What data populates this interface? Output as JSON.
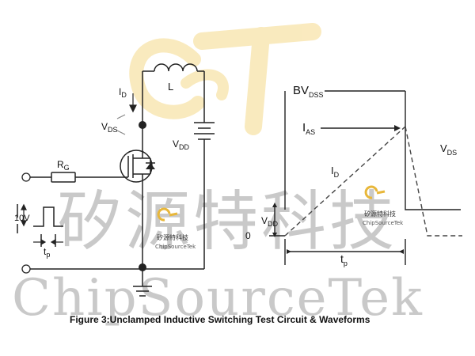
{
  "labels": {
    "id_current": "I",
    "id_sub": "D",
    "inductor": "L",
    "vds_left": "V",
    "vds_left_sub": "DS",
    "vdd_supply": "V",
    "vdd_supply_sub": "DD",
    "rg": "R",
    "rg_sub": "G",
    "pulse_amplitude": "10V",
    "tp_left": "t",
    "tp_left_sub": "p",
    "bvdss": "BV",
    "bvdss_sub": "DSS",
    "ias": "I",
    "ias_sub": "AS",
    "vds_right": "V",
    "vds_right_sub": "DS",
    "id_wave": "I",
    "id_wave_sub": "D",
    "vdd_wave": "V",
    "vdd_wave_sub": "DD",
    "zero": "0",
    "tp_right": "t",
    "tp_right_sub": "p"
  },
  "caption": "Figure 3:Unclamped Inductive Switching Test Circuit & Waveforms",
  "watermark": {
    "cjk": "矽源特科技",
    "latin": "ChipSourceTek"
  },
  "logo": {
    "cn": "矽源特科技",
    "en": "ChipSourceTek"
  },
  "colors": {
    "line": "#222222",
    "dashed": "#444444",
    "watermark_text": "#c9c9c9",
    "logo_yellow": "#f5d98a",
    "logo_yellow_dark": "#e8b73a"
  }
}
